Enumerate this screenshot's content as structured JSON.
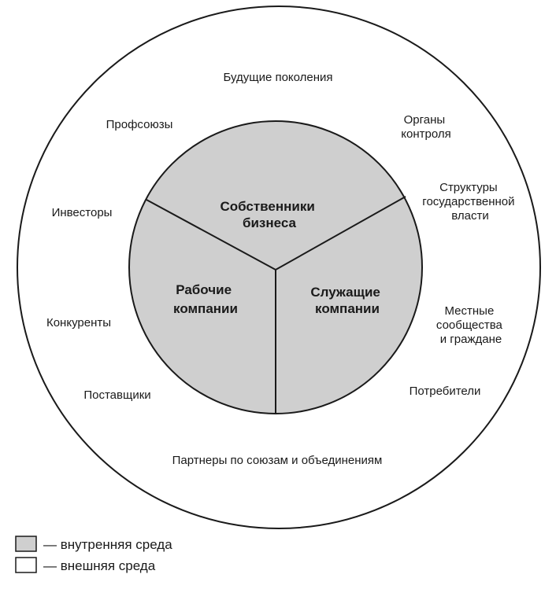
{
  "colors": {
    "inner_fill": "#cfcfcf",
    "outer_fill": "#ffffff",
    "stroke": "#1a1a1a"
  },
  "inner_segments": [
    {
      "id": "owners",
      "lines": [
        "Собственники",
        "бизнеса"
      ]
    },
    {
      "id": "workers",
      "lines": [
        "Рабочие",
        "компании"
      ]
    },
    {
      "id": "employees",
      "lines": [
        "Служащие",
        "компании"
      ]
    }
  ],
  "outer_labels": [
    {
      "id": "future-generations",
      "lines": [
        "Будущие поколения"
      ]
    },
    {
      "id": "trade-unions",
      "lines": [
        "Профсоюзы"
      ]
    },
    {
      "id": "control-bodies",
      "lines": [
        "Органы",
        "контроля"
      ]
    },
    {
      "id": "government-structures",
      "lines": [
        "Структуры",
        "государственной",
        "власти"
      ]
    },
    {
      "id": "investors",
      "lines": [
        "Инвесторы"
      ]
    },
    {
      "id": "local-communities",
      "lines": [
        "Местные",
        "сообщества",
        "и граждане"
      ]
    },
    {
      "id": "competitors",
      "lines": [
        "Конкуренты"
      ]
    },
    {
      "id": "consumers",
      "lines": [
        "Потребители"
      ]
    },
    {
      "id": "suppliers",
      "lines": [
        "Поставщики"
      ]
    },
    {
      "id": "partners",
      "lines": [
        "Партнеры по союзам и объединениям"
      ]
    }
  ],
  "legend": [
    {
      "id": "internal",
      "label": "— внутренняя среда",
      "swatch": "#cfcfcf"
    },
    {
      "id": "external",
      "label": "— внешняя среда",
      "swatch": "#ffffff"
    }
  ]
}
